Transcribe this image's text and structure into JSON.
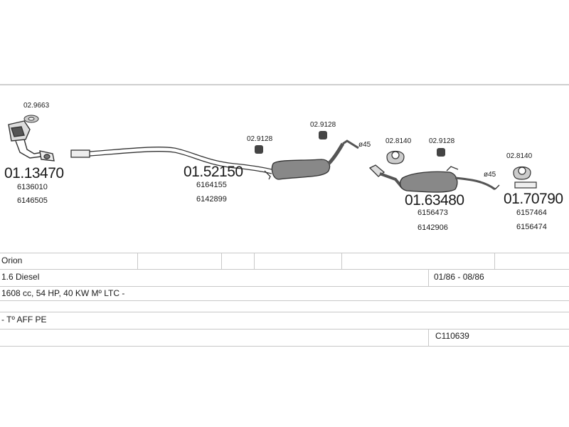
{
  "parts": {
    "p1": {
      "code": "01.13470",
      "refs": [
        "6136010",
        "6146505"
      ]
    },
    "p2": {
      "code": "01.52150",
      "refs": [
        "6164155",
        "6142899"
      ]
    },
    "p3": {
      "code": "01.63480",
      "refs": [
        "6156473",
        "6142906"
      ]
    },
    "p4": {
      "code": "01.70790",
      "refs": [
        "6157464",
        "6156474"
      ]
    }
  },
  "fittings": {
    "f1": "02.9663",
    "f2": "02.9128",
    "f3": "02.9128",
    "f4": "02.8140",
    "f5": "02.9128",
    "f6": "02.8140"
  },
  "diameters": {
    "d1": "ø45",
    "d2": "ø45"
  },
  "table": {
    "model": "Orion",
    "engine": "1.6 Diesel",
    "period": "01/86 - 08/86",
    "spec": "1608 cc, 54 HP, 40 KW Mº LTC -",
    "variant": "- Tº AFF PE",
    "ref": "C110639"
  }
}
